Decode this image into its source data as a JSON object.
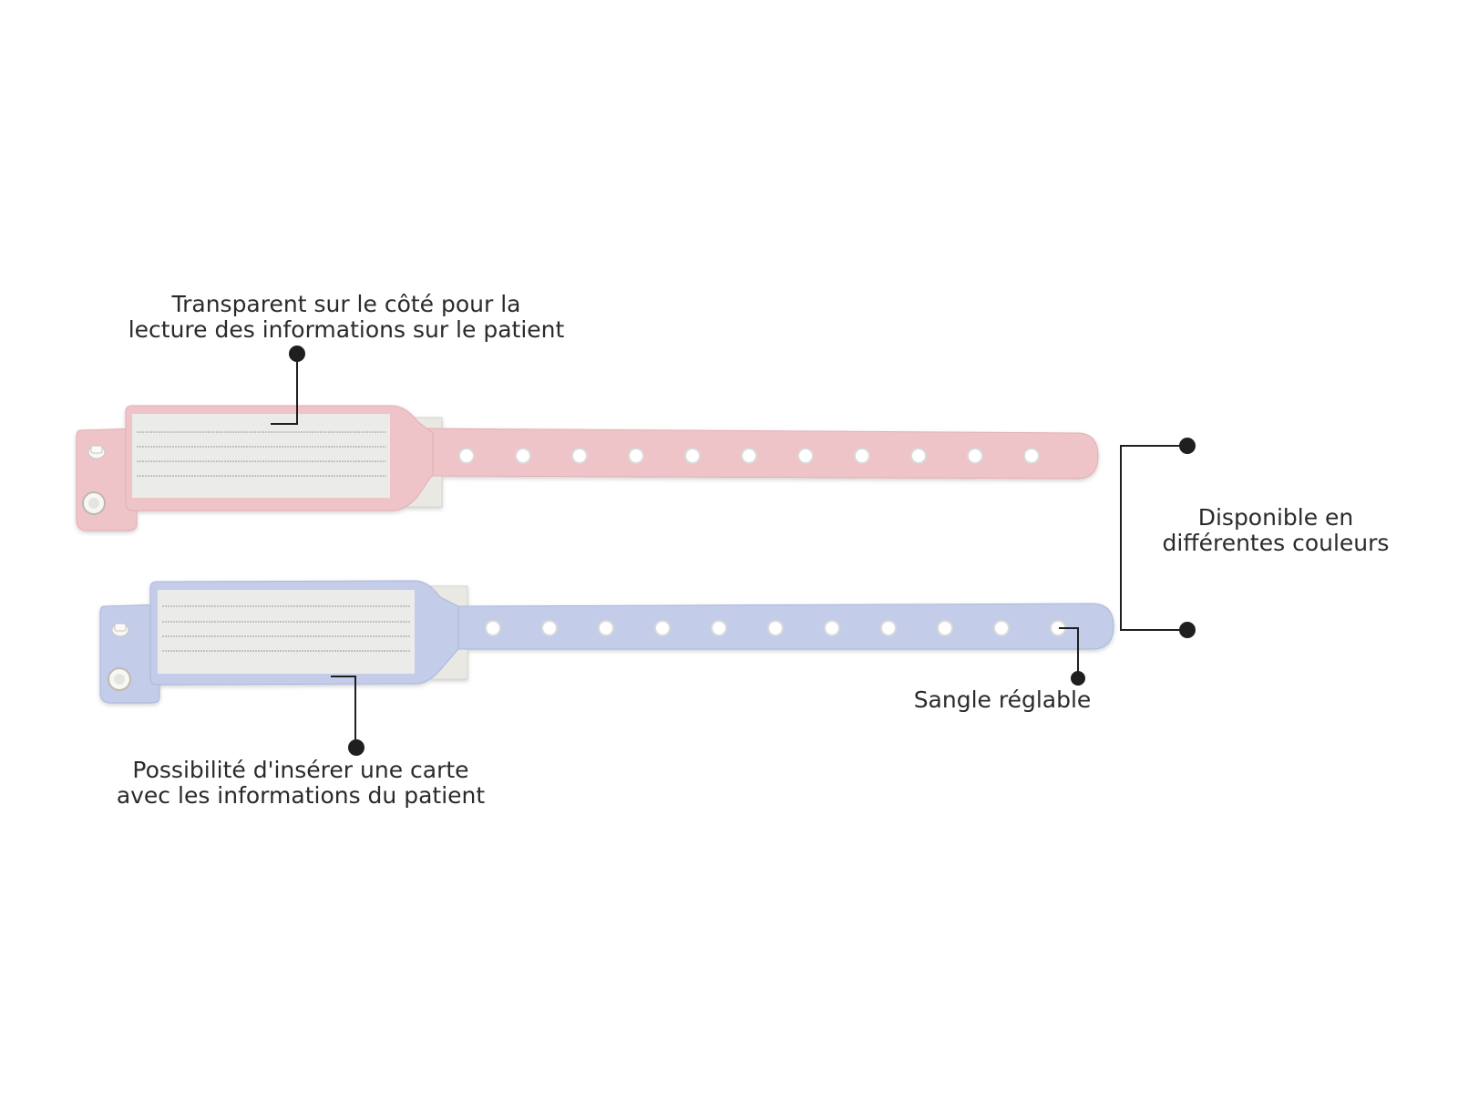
{
  "annotations": {
    "transparent_side": {
      "line1": "Transparent sur le côté pour la",
      "line2": "lecture des informations sur le patient"
    },
    "insert_card": {
      "line1": "Possibilité d'insérer une carte",
      "line2": "avec les informations du patient"
    },
    "colors": {
      "line1": "Disponible en",
      "line2": "différentes couleurs"
    },
    "strap": {
      "text": "Sangle réglable"
    }
  },
  "colors": {
    "pink_band": "#eec4c8",
    "blue_band": "#c3cde9",
    "card": "#ebebeb",
    "annotation": "#1f1f1f"
  },
  "products": [
    {
      "name": "pink-bracelet",
      "color": "pink",
      "holes": 11
    },
    {
      "name": "blue-bracelet",
      "color": "blue",
      "holes": 11
    }
  ]
}
